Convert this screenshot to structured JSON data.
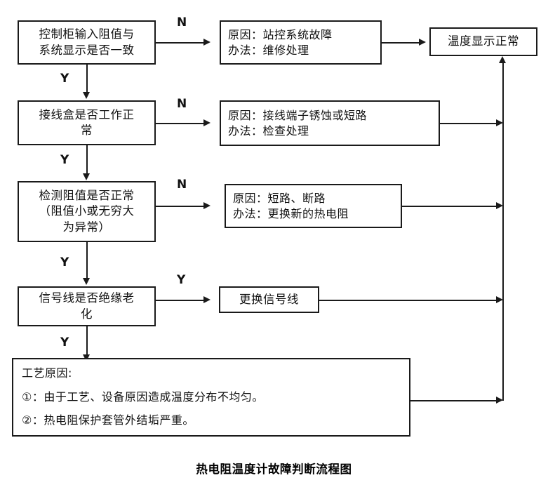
{
  "diagram": {
    "caption": "热电阻温度计故障判断流程图",
    "decisions": [
      {
        "id": "check-cabinet-resistance",
        "lines": [
          "控制柜输入阻值与",
          "系统显示是否一致"
        ],
        "yes_label": "Y",
        "no_label": "N"
      },
      {
        "id": "check-junction-box",
        "lines": [
          "接线盒是否工作正",
          "常"
        ],
        "yes_label": "Y",
        "no_label": "N"
      },
      {
        "id": "check-resistance-value",
        "lines": [
          "检测阻值是否正常",
          "（阻值小或无穷大",
          "为异常）"
        ],
        "yes_label": "Y",
        "no_label": "N"
      },
      {
        "id": "check-signal-wire-aging",
        "lines": [
          "信号线是否绝缘老",
          "化"
        ],
        "yes_label": "Y",
        "no_label": "Y"
      }
    ],
    "causes": [
      {
        "id": "cause-station-control-fault",
        "lines": [
          "原因：站控系统故障",
          "办法：维修处理"
        ]
      },
      {
        "id": "cause-terminal-corrosion",
        "lines": [
          "原因：接线端子锈蚀或短路",
          "办法：检查处理"
        ]
      },
      {
        "id": "cause-short-or-open-circuit",
        "lines": [
          "原因：短路、断路",
          "办法：更换新的热电阻"
        ]
      }
    ],
    "actions": [
      {
        "id": "replace-signal-wire",
        "label": "更换信号线"
      }
    ],
    "notes_box": {
      "id": "process-reasons",
      "heading": "工艺原因:",
      "items": [
        "①：由于工艺、设备原因造成温度分布不均匀。",
        "②：热电阻保护套管外结垢严重。"
      ]
    },
    "terminal": {
      "id": "temperature-display-normal",
      "label": "温度显示正常"
    },
    "colors": {
      "stroke": "#1a1a1a",
      "text": "#111111",
      "background": "#ffffff"
    }
  }
}
